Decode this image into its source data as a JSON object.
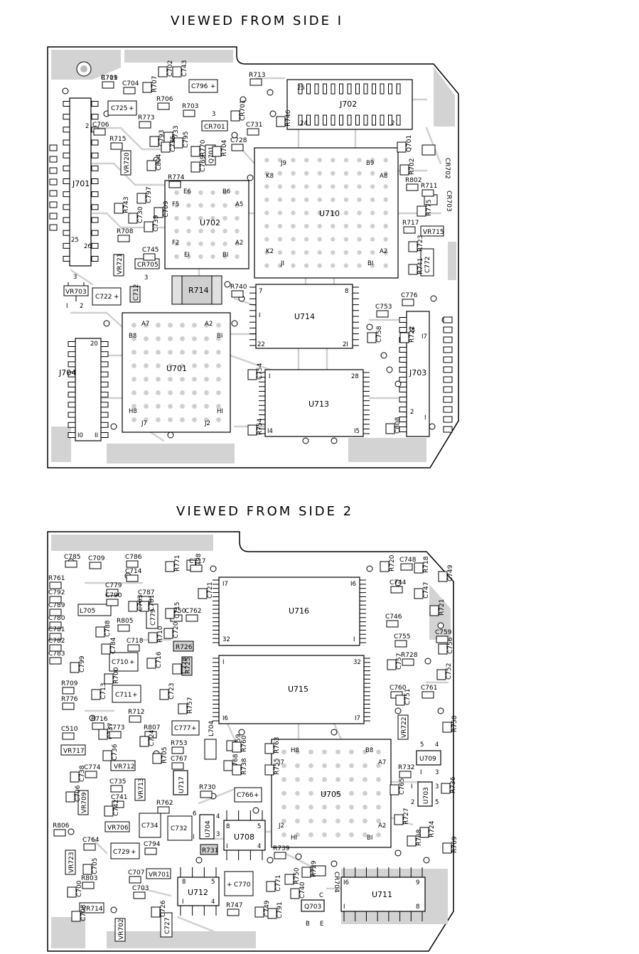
{
  "side1": {
    "title": "VIEWED FROM SIDE I",
    "components": {
      "J701": "J701",
      "J702": "J702",
      "J703": "J703",
      "J704": "J704",
      "U701": "U701",
      "U702": "U702",
      "U710": "U710",
      "U713": "U713",
      "U714": "U714",
      "R714": "R714",
      "VR703": "VR703",
      "VR715": "VR715",
      "VR720": "VR720",
      "VR721": "VR721",
      "CR701": "CR701",
      "CR702": "CR702",
      "CR703": "CR703",
      "CR705": "CR705",
      "Q701": "Q701",
      "C722": "C722",
      "C725": "C725",
      "C796": "C796",
      "C772": "C772",
      "C712": "C712"
    },
    "small_labels": [
      "C701",
      "C704",
      "R707",
      "C702",
      "C743",
      "R713",
      "R706",
      "R703",
      "C706",
      "R773",
      "C793",
      "C733",
      "C795",
      "CR701",
      "C731",
      "R746",
      "R715",
      "C728",
      "C775",
      "R770",
      "R704",
      "Q701",
      "C804",
      "R774",
      "C769",
      "R702",
      "R802",
      "R711",
      "R743",
      "C797",
      "C709",
      "C730",
      "C739",
      "R775",
      "R717",
      "R708",
      "C745",
      "R723",
      "R741",
      "R740",
      "C776",
      "C753",
      "C758",
      "R722",
      "C754",
      "R754",
      "C808",
      "R719"
    ],
    "pin_labels": {
      "j701_2": "2",
      "j701_25": "25",
      "j701_26": "26",
      "j702_25": "25",
      "j702_1": "I",
      "j702_24": "24",
      "j702_2": "2",
      "j703_18": "I8",
      "j703_17": "I7",
      "j703_2": "2",
      "j703_1": "I",
      "j704_20": "20",
      "j704_10": "I0",
      "j704_11": "II",
      "u702_e6": "E6",
      "u702_b6": "B6",
      "u702_f5": "F5",
      "u702_a5": "A5",
      "u702_f2": "F2",
      "u702_a2": "A2",
      "u702_e1": "EI",
      "u702_b1": "BI",
      "u710_j9": "J9",
      "u710_b9": "B9",
      "u710_k8": "K8",
      "u710_a8": "A8",
      "u710_k2": "K2",
      "u710_a2": "A2",
      "u710_j1": "JI",
      "u710_b1": "BI",
      "u714_7": "7",
      "u714_8": "8",
      "u714_1": "I",
      "u714_22": "22",
      "u714_21": "2I",
      "u713_1": "I",
      "u713_28": "28",
      "u713_14": "I4",
      "u713_15": "I5",
      "u701_a7": "A7",
      "u701_a2": "A2",
      "u701_b8": "B8",
      "u701_b1": "BI",
      "u701_h8": "H8",
      "u701_h1": "HI",
      "u701_j7": "J7",
      "u701_j2": "J2",
      "three": "3",
      "two": "2",
      "one": "I"
    }
  },
  "side2": {
    "title": "VIEWED FROM SIDE 2",
    "components": {
      "U716": "U716",
      "U715": "U715",
      "U705": "U705",
      "U711": "U711",
      "U712": "U712",
      "U708": "U708",
      "U709": "U709",
      "U703": "U703",
      "U704": "U704",
      "U717": "U717",
      "Q703": "Q703",
      "CR704": "CR704",
      "VR717": "VR717",
      "VR712": "VR712",
      "VR713": "VR713",
      "VR709": "VR709",
      "VR706": "VR706",
      "VR723": "VR723",
      "VR701": "VR701",
      "VR702": "VR702",
      "VR714": "VR714",
      "VR722": "VR722",
      "C710": "C710",
      "C711": "C711",
      "C777": "C777",
      "C766": "C766",
      "C729": "C729",
      "C734": "C734",
      "C732": "C732",
      "C770": "C770",
      "C727": "C727",
      "C779": "C779",
      "L705": "L705",
      "L704": "L704",
      "R726": "R726",
      "R725": "R725",
      "R731": "R731"
    },
    "small_labels": [
      "C785",
      "C709",
      "C786",
      "C714",
      "R771",
      "C798",
      "C717",
      "R720",
      "C748",
      "R718",
      "C749",
      "R761",
      "C779",
      "C790",
      "C787",
      "C721",
      "C744",
      "C792",
      "C781",
      "C750",
      "C747",
      "C789",
      "C763",
      "C715",
      "C762",
      "R805",
      "C746",
      "R721",
      "C780",
      "C788",
      "C720",
      "R710",
      "C755",
      "C759",
      "C781",
      "C718",
      "C784",
      "C782",
      "C756",
      "R728",
      "C783",
      "C716",
      "C778",
      "C757",
      "C752",
      "C799",
      "R700",
      "C713",
      "C723",
      "C760",
      "C761",
      "R709",
      "R757",
      "C751",
      "R776",
      "R712",
      "R716",
      "C737",
      "C773",
      "R807",
      "R759",
      "C510",
      "C724",
      "R753",
      "R760",
      "R763",
      "C736",
      "R705",
      "C767",
      "C768",
      "R738",
      "R755",
      "C738",
      "C774",
      "C735",
      "C741",
      "C706",
      "R730",
      "C742",
      "R762",
      "R806",
      "C764",
      "C794",
      "C703",
      "C707",
      "R803",
      "C705",
      "C700",
      "C726",
      "R747",
      "C771",
      "R739",
      "R729",
      "C740",
      "R750",
      "C749",
      "C791",
      "C708",
      "R732",
      "R736",
      "C765",
      "R727",
      "R724",
      "R768",
      "R769",
      "R758"
    ],
    "pin_labels": {
      "u716_17": "I7",
      "u716_16": "I6",
      "u716_32": "32",
      "u716_1": "I",
      "u715_1": "I",
      "u715_32": "32",
      "u715_16": "I6",
      "u715_17": "I7",
      "u705_h8": "H8",
      "u705_b8": "B8",
      "u705_j7": "J7",
      "u705_a7": "A7",
      "u705_j2": "J2",
      "u705_a2": "A2",
      "u705_h1": "HI",
      "u705_b1": "BI",
      "u711_16": "I6",
      "u711_9": "9",
      "u711_1": "I",
      "u711_8": "8",
      "u712_8": "8",
      "u712_5": "5",
      "u712_1": "I",
      "u712_4": "4",
      "u708_8": "8",
      "u708_5": "5",
      "u708_1": "I",
      "u708_4": "4",
      "u709_5": "5",
      "u709_4": "4",
      "u709_1": "I",
      "u709_3": "3",
      "u703_1": "I",
      "u703_2": "2",
      "u703_3": "3",
      "u703_5": "5",
      "u704_6": "6",
      "u704_4": "4",
      "u704_3": "3",
      "u704_1": "I",
      "q703_c": "C",
      "q703_b": "B",
      "q703_e": "E",
      "three": "3",
      "two": "2",
      "one": "I"
    }
  }
}
